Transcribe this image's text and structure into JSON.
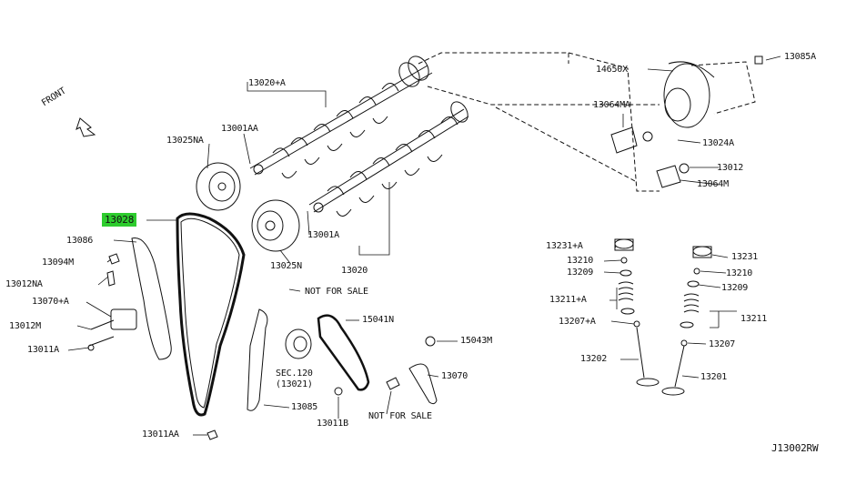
{
  "diagram": {
    "code": "J13002RW",
    "front_label": "FRONT",
    "highlight_color": "#2ecc2e",
    "parts": {
      "p13085A": "13085A",
      "p14650X": "14650X",
      "p13064MA": "13064MA",
      "p13024A": "13024A",
      "p13012": "13012",
      "p13064M": "13064M",
      "p13020A": "13020+A",
      "p13001AA_top": "13001AA",
      "p13025NA": "13025NA",
      "p13028": "13028",
      "p13086": "13086",
      "p13094M": "13094M",
      "p13012NA": "13012NA",
      "p13070A": "13070+A",
      "p13012M": "13012M",
      "p13011A": "13011A",
      "p13001A": "13001A",
      "p13025N": "13025N",
      "p13020": "13020",
      "not_for_sale_1": "NOT FOR SALE",
      "p15041N": "15041N",
      "p15043M": "15043M",
      "sec120": "SEC.120",
      "sec120_sub": "(13021)",
      "p13070": "13070",
      "p13085": "13085",
      "p13011B": "13011B",
      "not_for_sale_2": "NOT FOR SALE",
      "p13011AA_bottom": "13011AA",
      "p13231A": "13231+A",
      "p13210_left": "13210",
      "p13209_left": "13209",
      "p13211A": "13211+A",
      "p13207A": "13207+A",
      "p13202": "13202",
      "p13231": "13231",
      "p13210_right": "13210",
      "p13209_right": "13209",
      "p13211": "13211",
      "p13207": "13207",
      "p13201": "13201"
    }
  }
}
